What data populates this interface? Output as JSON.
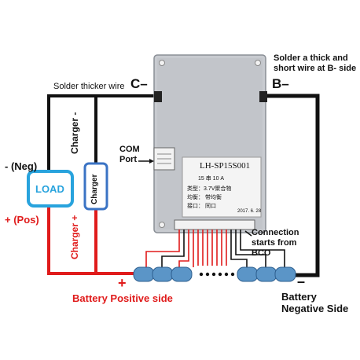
{
  "labels": {
    "solder_thicker_wire": "Solder thicker wire",
    "c_minus": "C–",
    "b_minus": "B–",
    "solder_note": "Solder a thick and\nshort wire at B- side",
    "charger_minus": "Charger -",
    "charger_plus": "Charger +",
    "charger_box": "Charger",
    "load_box": "LOAD",
    "neg": "- (Neg)",
    "pos": "+ (Pos)",
    "com_port": "COM\nPort",
    "connection": "Connection\nstarts from\nBCO",
    "plus_sign": "+",
    "minus_sign": "–",
    "battery_positive": "Battery Positive side",
    "battery_negative": "Battery\nNegative Side"
  },
  "board": {
    "model": "LH-SP15S001",
    "spec": "15   串   10   A",
    "row1": "类型：3.7V聚合物",
    "row2": "均衡：    带均衡",
    "row3": "接口：    同口",
    "date": "2017. 6. 28"
  },
  "colors": {
    "red_wire": "#e01b1b",
    "black_wire": "#111111",
    "load_blue": "#28a3dd",
    "charger_blue": "#3a73c4",
    "cell_blue": "#5b95c7"
  }
}
